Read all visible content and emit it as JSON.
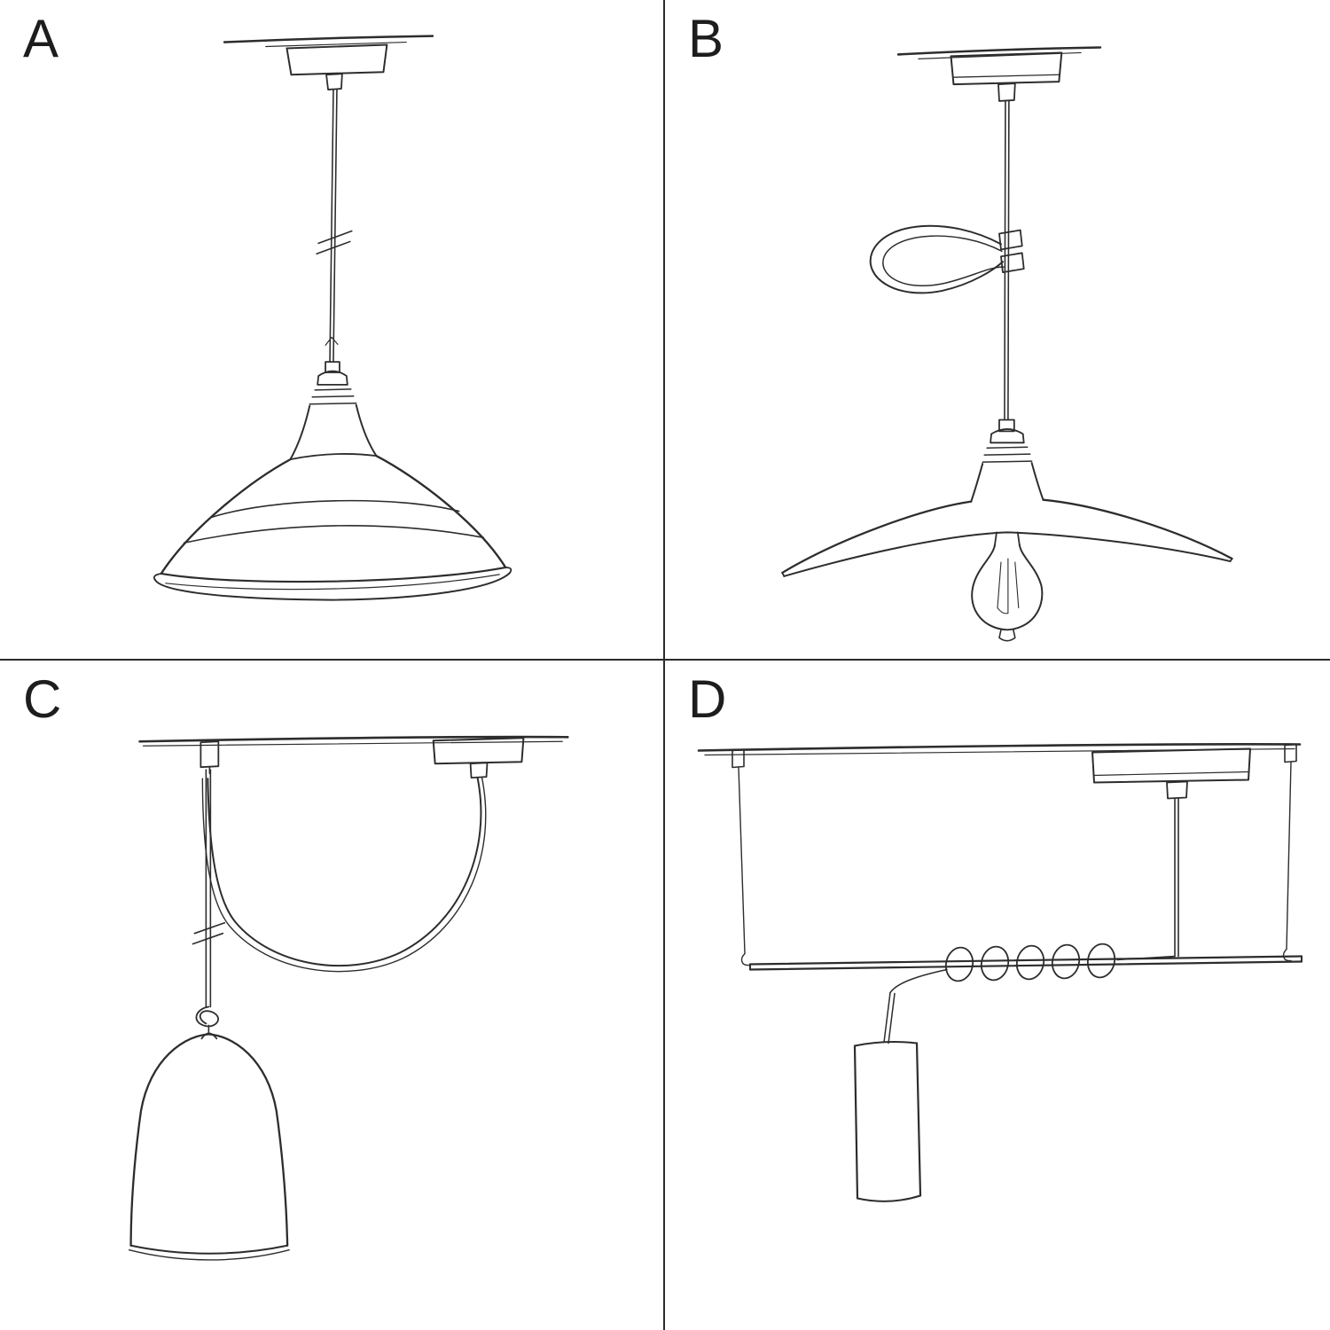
{
  "page": {
    "background": "#ffffff",
    "ink_color": "#2d2d2d",
    "divider_color": "#2b2b2b"
  },
  "panels": [
    {
      "label": "A",
      "sketch": "pendant-with-deep-metal-bowl-shade"
    },
    {
      "label": "B",
      "sketch": "pendant-with-swag-loop-flat-plate-shade-and-exposed-bulb"
    },
    {
      "label": "C",
      "sketch": "swagged-pendant-with-hook-knot-and-bell-shade"
    },
    {
      "label": "D",
      "sketch": "bar-suspension-with-coiled-cable-and-tube-shade"
    }
  ]
}
